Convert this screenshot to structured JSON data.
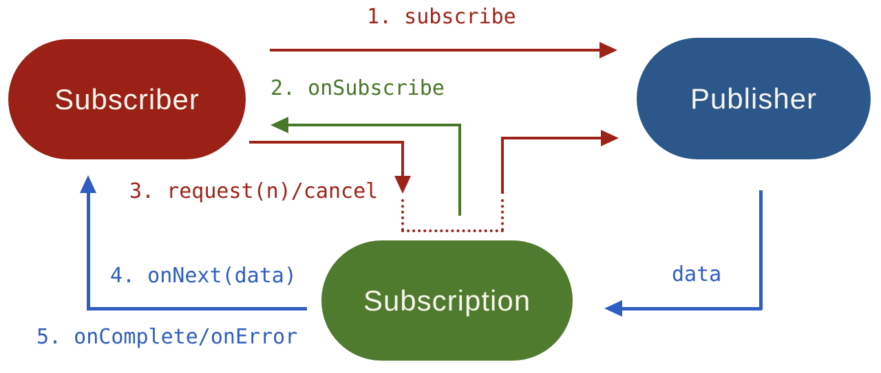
{
  "diagram": {
    "type": "flow-diagram",
    "topic": "Reactive Streams publisher-subscriber interaction",
    "nodes": {
      "subscriber": {
        "label": "Subscriber",
        "fill": "#9b2015",
        "text_color": "#f8f4ee"
      },
      "publisher": {
        "label": "Publisher",
        "fill": "#2b578a",
        "text_color": "#f8f4ee"
      },
      "subscription": {
        "label": "Subscription",
        "fill": "#4e7b2e",
        "text_color": "#f8f4ee"
      }
    },
    "edges": {
      "subscribe": {
        "label": "1. subscribe",
        "color": "#9e2217",
        "from": "Subscriber",
        "to": "Publisher",
        "style": "solid"
      },
      "on_subscribe": {
        "label": "2. onSubscribe",
        "color": "#47782a",
        "from": "Subscription",
        "to": "Subscriber",
        "style": "solid"
      },
      "request_cancel": {
        "label": "3. request(n)/cancel",
        "color": "#9e2217",
        "from": "Subscriber",
        "to": "Subscription",
        "style": "solid-then-dotted"
      },
      "on_next": {
        "label": "4. onNext(data)",
        "color": "#2e5ec1",
        "from": "Subscription",
        "to": "Subscriber",
        "style": "solid"
      },
      "on_complete_error": {
        "label": "5. onComplete/onError",
        "color": "#2e5ec1",
        "from": "Subscription",
        "to": "Subscriber",
        "style": "solid"
      },
      "data": {
        "label": "data",
        "color": "#2e5ec1",
        "from": "Publisher",
        "to": "Subscription",
        "style": "solid"
      }
    },
    "background": "#ffffff"
  }
}
